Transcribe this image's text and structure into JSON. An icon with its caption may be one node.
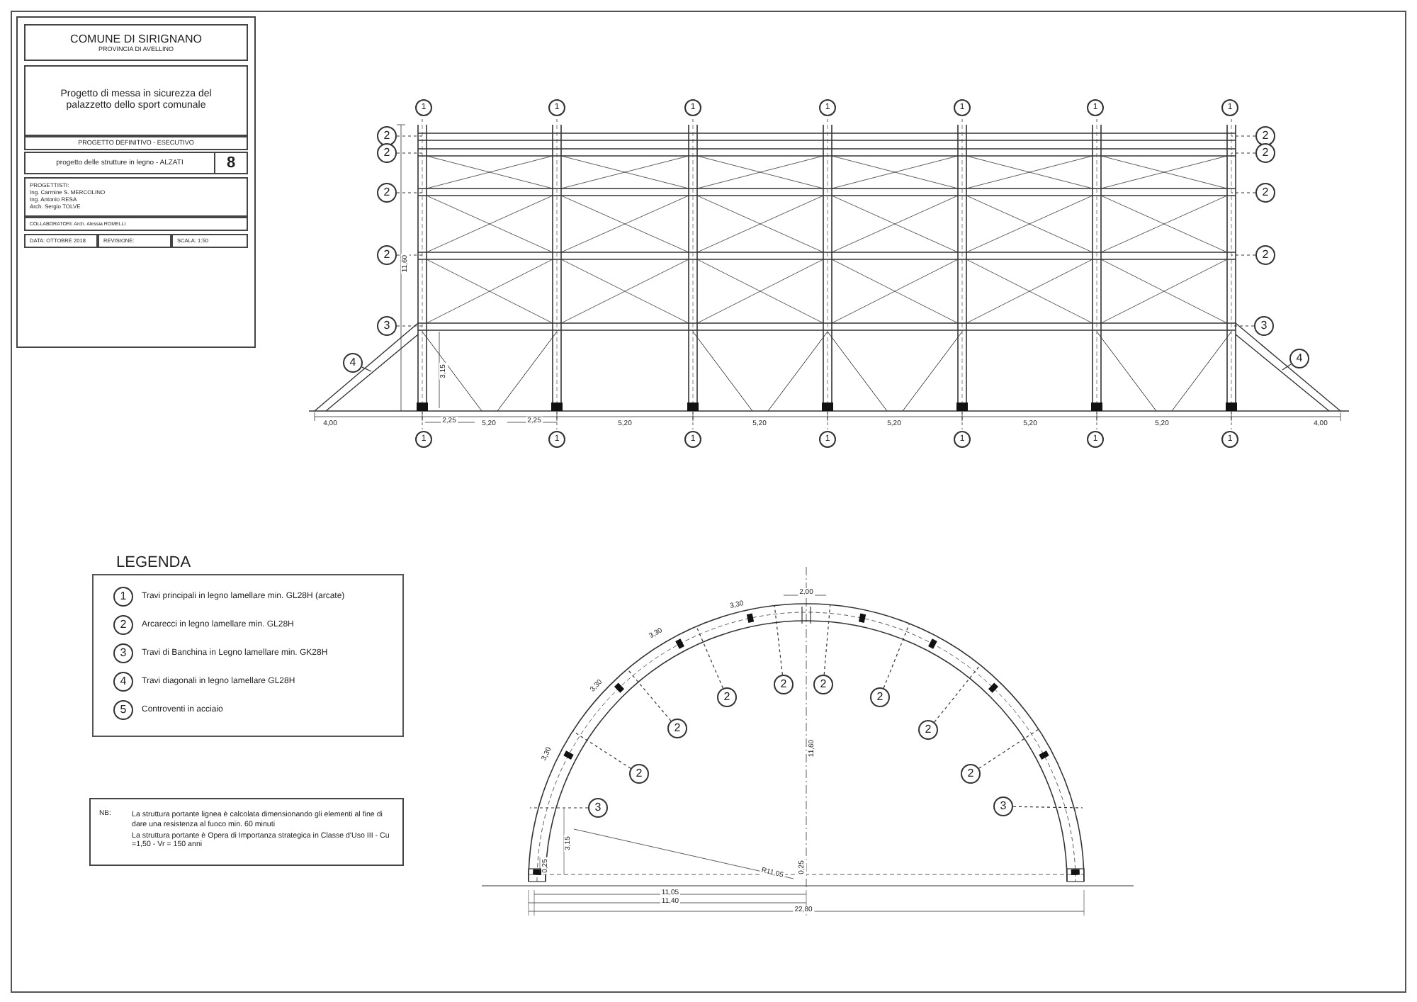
{
  "diagram": {
    "nodes": [
      {
        "text": [
          "COMUNE DI SIRIGNANO",
          "PROVINCIA DI AVELLINO"
        ]
      },
      {
        "text": [
          "Progetto di messa in sicurezza del palazzetto dello sport comunale"
        ]
      },
      {
        "text": [
          "PROGETTO DEFINITIVO - ESECUTIVO"
        ]
      },
      {
        "text": [
          "progetto delle strutture in legno - ALZATI",
          "8"
        ]
      },
      {
        "text": [
          "PROGETTISTI:",
          "Ing. Carmine S. MERCOLINO",
          "Ing. Antonio RESA",
          "Arch. Sergio TOLVE"
        ]
      },
      {
        "text": [
          "COLLABORATORI: Arch. Alessia ROMELLI"
        ]
      },
      {
        "text": [
          "DATA: OTTOBRE 2018"
        ]
      },
      {
        "text": [
          "REVISIONE:"
        ]
      },
      {
        "text": [
          "SCALA: 1:50"
        ]
      },
      {
        "text": [
          "2"
        ]
      },
      {
        "text": [
          "2"
        ]
      },
      {
        "text": [
          "2"
        ]
      },
      {
        "text": [
          "2"
        ]
      },
      {
        "text": [
          "3"
        ]
      },
      {
        "text": [
          "4"
        ]
      },
      {
        "text": [
          "2"
        ]
      },
      {
        "text": [
          "2"
        ]
      },
      {
        "text": [
          "2"
        ]
      },
      {
        "text": [
          "2"
        ]
      },
      {
        "text": [
          "3"
        ]
      },
      {
        "text": [
          "4"
        ]
      },
      {
        "text": [
          "NB:",
          "La struttura portante lignea è calcolata dimensionando gli elementi al fine di dare una resistenza al fuoco min. 60 minuti",
          "La struttura portante è Opera di Importanza strategica in Classe d'Uso III - Cu =1,50 - Vr = 150 anni"
        ]
      },
      {
        "text": [
          "3"
        ]
      },
      {
        "text": [
          "2"
        ]
      },
      {
        "text": [
          "2"
        ]
      },
      {
        "text": [
          "2"
        ]
      },
      {
        "text": [
          "2"
        ]
      },
      {
        "text": [
          "2"
        ]
      },
      {
        "text": [
          "2"
        ]
      },
      {
        "text": [
          "2"
        ]
      },
      {
        "text": [
          "2"
        ]
      },
      {
        "text": [
          "3"
        ]
      }
    ],
    "edges": [
      {
        "from": 9,
        "to": null,
        "arrow": "none",
        "style": "dashed"
      },
      {
        "from": 10,
        "to": null,
        "arrow": "none",
        "style": "dashed"
      },
      {
        "from": 11,
        "to": null,
        "arrow": "none",
        "style": "dashed"
      },
      {
        "from": 12,
        "to": null,
        "arrow": "none",
        "style": "dashed"
      },
      {
        "from": 13,
        "to": null,
        "arrow": "none",
        "style": "dashed"
      },
      {
        "from": 14,
        "to": null,
        "arrow": "none"
      },
      {
        "from": 15,
        "to": null,
        "arrow": "none",
        "style": "dashed"
      },
      {
        "from": 16,
        "to": null,
        "arrow": "none",
        "style": "dashed"
      },
      {
        "from": 17,
        "to": null,
        "arrow": "none",
        "style": "dashed"
      },
      {
        "from": 18,
        "to": null,
        "arrow": "none",
        "style": "dashed"
      },
      {
        "from": 19,
        "to": null,
        "arrow": "none",
        "style": "dashed"
      },
      {
        "from": 20,
        "to": null,
        "arrow": "none"
      },
      {
        "from": 22,
        "to": null,
        "arrow": "none",
        "style": "dashed"
      },
      {
        "from": 23,
        "to": null,
        "arrow": "none",
        "style": "dashed"
      },
      {
        "from": 24,
        "to": null,
        "arrow": "none",
        "style": "dashed"
      },
      {
        "from": 25,
        "to": null,
        "arrow": "none",
        "style": "dashed"
      },
      {
        "from": 26,
        "to": null,
        "arrow": "none",
        "style": "dashed"
      },
      {
        "from": 27,
        "to": null,
        "arrow": "none",
        "style": "dashed"
      },
      {
        "from": 28,
        "to": null,
        "arrow": "none",
        "style": "dashed"
      },
      {
        "from": 29,
        "to": null,
        "arrow": "none",
        "style": "dashed"
      },
      {
        "from": 30,
        "to": null,
        "arrow": "none",
        "style": "dashed"
      },
      {
        "from": 31,
        "to": null,
        "arrow": "none",
        "style": "dashed"
      }
    ],
    "labels": [
      "1",
      "1",
      "1",
      "1",
      "1",
      "1",
      "1",
      "11,60",
      "3,15",
      "4,00",
      "2,25",
      "5,20",
      "2,25",
      "5,20",
      "5,20",
      "5,20",
      "5,20",
      "5,20",
      "4,00",
      "1",
      "1",
      "1",
      "1",
      "1",
      "1",
      "1",
      "LEGENDA",
      "1",
      "2",
      "3",
      "4",
      "5",
      "3,30",
      "3,30",
      "3,30",
      "3,30",
      "2,00",
      "11,60",
      "R11,05",
      "0,25",
      "3,15",
      "0,25",
      "11,05",
      "11,40",
      "22,80"
    ],
    "legend": [
      {
        "text": "Travi principali in legno lamellare min. GL28H (arcate)"
      },
      {
        "text": "Arcarecci in legno lamellare min. GL28H"
      },
      {
        "text": "Travi di Banchina in Legno lamellare min. GK28H"
      },
      {
        "text": "Travi diagonali in legno lamellare GL28H"
      },
      {
        "text": "Controventi in acciaio"
      }
    ]
  }
}
